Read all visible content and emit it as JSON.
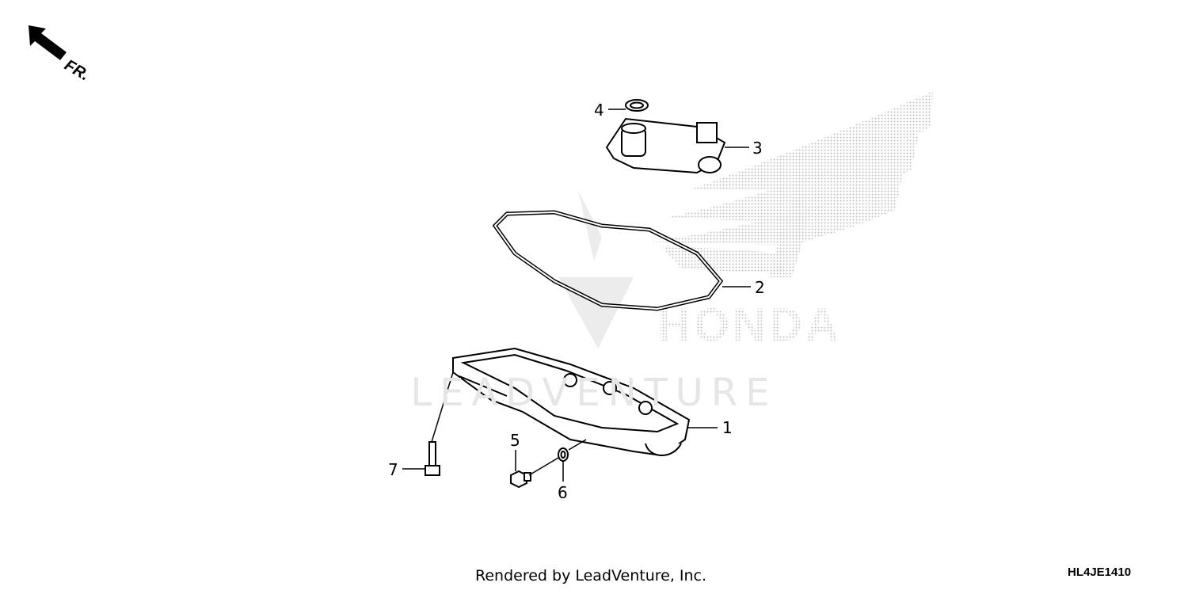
{
  "direction_label": "FR.",
  "watermark": "LEADVENTURE",
  "brand_logo_text": "HONDA",
  "callouts": [
    "1",
    "2",
    "3",
    "4",
    "5",
    "6",
    "7"
  ],
  "footer": "Rendered by LeadVenture, Inc.",
  "diagram_code": "HL4JE1410",
  "colors": {
    "line": "#000000",
    "watermark": "#e6e6e6",
    "logo_dots": "#c8c8c8"
  }
}
